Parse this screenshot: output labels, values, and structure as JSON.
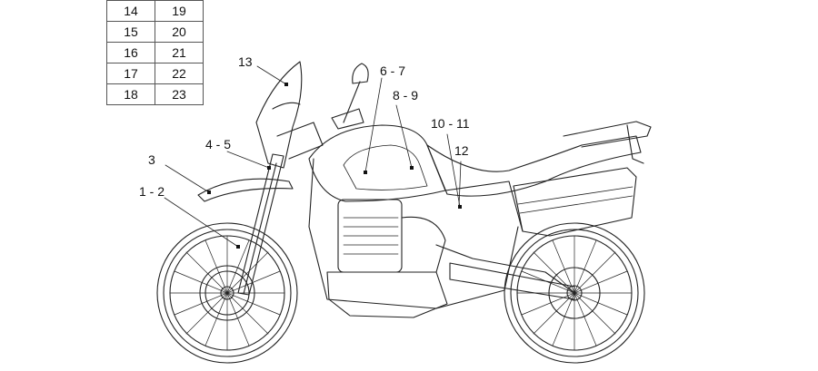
{
  "ref_table": [
    [
      "14",
      "19"
    ],
    [
      "15",
      "20"
    ],
    [
      "16",
      "21"
    ],
    [
      "17",
      "22"
    ],
    [
      "18",
      "23"
    ]
  ],
  "callouts": {
    "c13": "13",
    "c67": "6 - 7",
    "c89": "8 - 9",
    "c1011": "10 - 11",
    "c12": "12",
    "c45": "4 - 5",
    "c3": "3",
    "c12b": "1 - 2"
  }
}
